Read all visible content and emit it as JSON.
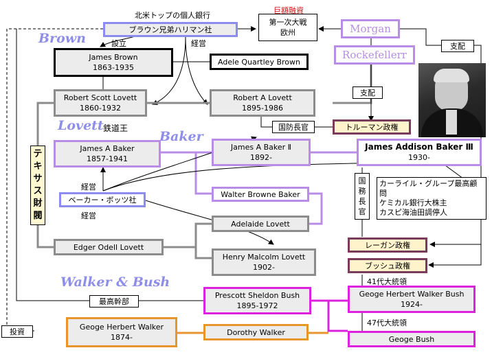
{
  "header": {
    "bank_caption": "北米トップの個人銀行",
    "loan_caption": "巨額融資",
    "loan_color": "#d01010"
  },
  "families": {
    "brown": "Brown",
    "lovett": "Lovett",
    "baker": "Baker",
    "walker_bush": "Walker & Bush"
  },
  "nodes": {
    "brown_harriman": {
      "line1": "ブラウン兄弟ハリマン社"
    },
    "wwi": {
      "line1": "第一次大戦",
      "line2": "欧州"
    },
    "morgan": {
      "line1": "Morgan"
    },
    "rockefeller": {
      "line1": "Rockefellerr"
    },
    "james_brown": {
      "name": "James Brown",
      "years": "1863-1935"
    },
    "adele": {
      "name": "Adele Quartley Brown"
    },
    "rs_lovett": {
      "name": "Robert Scott Lovett",
      "years": "1860-1932"
    },
    "ra_lovett": {
      "name": "Robert A Lovett",
      "years": "1895-1986"
    },
    "truman": {
      "name": "トルーマン政権"
    },
    "jab1": {
      "name": "James A Baker",
      "years": "1857-1941"
    },
    "jab2": {
      "name": "James A Baker Ⅱ",
      "years": "1892-"
    },
    "jab3": {
      "name": "James Addison Baker Ⅲ",
      "years": "1930-"
    },
    "baker_botts": {
      "name": "ベーカー・ボッツ社"
    },
    "walter": {
      "name": "Walter Browne Baker"
    },
    "adelaide": {
      "name": "Adelaide Lovett"
    },
    "edger": {
      "name": "Edger Odell Lovett"
    },
    "henry": {
      "name": "Henry Malcolm Lovett",
      "years": "1902-"
    },
    "reagan": {
      "name": "レーガン政権"
    },
    "bush_admin": {
      "name": "ブッシュ政権"
    },
    "prescott": {
      "name": "Prescott Sheldon Bush",
      "years": "1895-1972"
    },
    "ghwb": {
      "name": "Geoge Herbert Walker Bush",
      "years": "1924-"
    },
    "ghw": {
      "name": "Geoge Herbert Walker",
      "years": "1874-"
    },
    "dorothy": {
      "name": "Dorothy Walker"
    },
    "gbush": {
      "name": "Geoge  Bush"
    }
  },
  "labels": {
    "established": "設立",
    "manage1": "経営",
    "manage2": "経営",
    "manage3": "経営",
    "control1": "支配",
    "control2": "支配",
    "defense_head": "国防長官",
    "railroad_king": "鉄道王",
    "texas": "テキサス財閥",
    "state_head": "国務長官",
    "pres41": "41代大統領",
    "pres47": "47代大統領",
    "exec": "最高幹部",
    "invest": "投資"
  },
  "carlyle": {
    "line1": "カーライル・グループ最高顧",
    "line2": "問",
    "line3": "ケミカル銀行大株主",
    "line4": "カスピ海油田調停人"
  }
}
